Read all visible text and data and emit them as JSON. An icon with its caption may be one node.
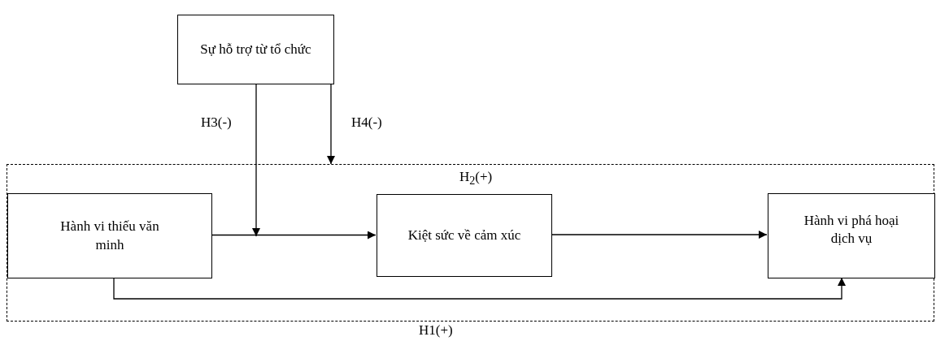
{
  "diagram": {
    "nodes": [
      {
        "text": [
          "Sự hỗ trợ từ tổ chức"
        ]
      },
      {
        "text": [
          "H$_{2}$(+)"
        ]
      },
      {
        "text": [
          "Hành vi thiếu văn minh"
        ],
        "in": 1
      },
      {
        "text": [
          "Kiệt sức về cảm xúc"
        ],
        "in": 1
      },
      {
        "text": [
          "Hành vi phá hoại dịch vụ"
        ],
        "in": 1
      }
    ],
    "edges": [
      {
        "from": 2,
        "to": 3,
        "arrow": "to"
      },
      {
        "from": 3,
        "to": 4,
        "arrow": "to"
      },
      {
        "from": 2,
        "to": 4,
        "arrow": "to",
        "label": "H1(+)"
      },
      {
        "from": 0,
        "to": null,
        "arrow": "to",
        "label": "H3(-)"
      },
      {
        "from": 0,
        "to": 1,
        "arrow": "to",
        "label": "H4(-)"
      }
    ]
  }
}
